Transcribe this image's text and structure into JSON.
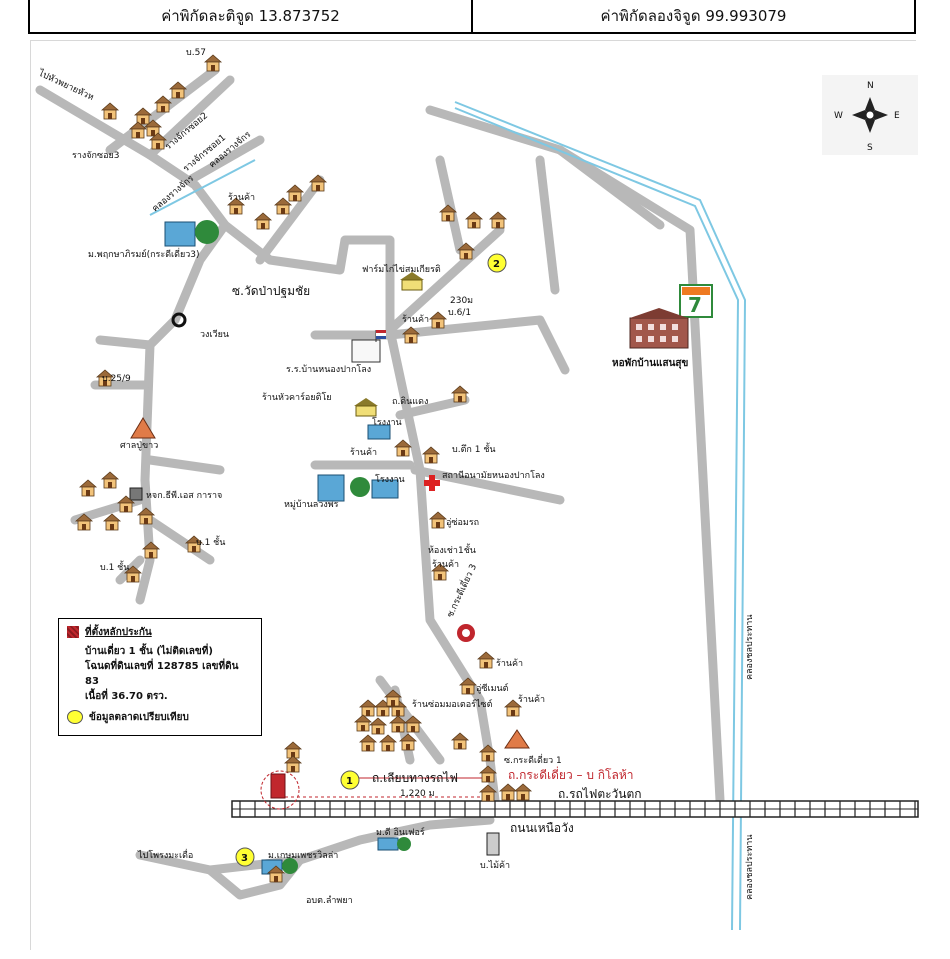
{
  "header": {
    "latitude": "ค่าพิกัดละติจูด 13.873752",
    "longitude": "ค่าพิกัดลองจิจูด 99.993079"
  },
  "compass": {
    "n": "N",
    "s": "S",
    "e": "E",
    "w": "W"
  },
  "labels": {
    "b57": "บ.57",
    "to_phai_phayak": "ไปหัวพยายหัวห",
    "rang_jik_soi3": "รางจักซอย3",
    "rang_jik_soi2": "รางจักรซอย2",
    "rang_jik_soi1": "รางจักรซอย1",
    "khlong_rang_jik": "คลองรางจักร",
    "khlong_rang_jik2": "คลองรางจักร",
    "shop1": "ร้านค้า",
    "moo_phruksa": "ม.พฤกษาภิรมย์(กระดีเดี่ยว3)",
    "soi_wat": "ซ.วัดป่าปฐมชัย",
    "roundabout": "วงเวียน",
    "farm": "ฟาร์มไก่ไข่สมเกียรติ",
    "dist_230": "230ม",
    "b61": "บ.6/1",
    "shop2": "ร้านค้า",
    "school": "ร.ร.บ้านหนองปากโลง",
    "b259": "บ.25/9",
    "shop_cart": "ร้านหัวคาร์อยติโย",
    "soi_dindaeng": "ถ.ดินแดง",
    "factory1": "โรงงาน",
    "shop3": "ร้านค้า",
    "house1floor": "บ.ตึก 1 ชั้น",
    "health_station": "สถานีอนามัยหนองปากโลง",
    "factory2": "โรงงาน",
    "village": "หมู่บ้านลวงพร",
    "shrine": "ศาลปู่ขาว",
    "tv_shop": "หจก.ธีพี.เอส การาจ",
    "b1floor_a": "บ.1 ชั้น",
    "b1floor_b": "บ.1 ชั้น",
    "garage_car": "อู่ซ่อมรถ",
    "rental_room": "ห้องเช่า1ชั้น",
    "shop4": "ร้านค้า",
    "soi_kradi3": "ซ.กระดีเดี่ยว 3",
    "shop5": "ร้านค้า",
    "cement": "อู่ซีเมนต์",
    "shop6": "ร้านค้า",
    "moto_shop": "ร้านซ่อมมอเตอร์ไซต์",
    "soi_kradi1": "ซ.กระดีเดี่ยว 1",
    "road_railway": "ถ.เลียบทางรถไฟ",
    "road_kradi": "ถ.กระดีเดี่ยว – บ กิโลห้า",
    "distance": "1,220 ม",
    "rail_west": "ถ.รถไฟตะวันตก",
    "road_north_wang": "ถนนเหนือวัง",
    "b_mai_kha": "บ.ไม้ค้า",
    "mor_thi": "ม.ดี อินเฟอร์",
    "to_phong": "ไปโพรงมะเดื่อ",
    "moo_kasem": "ม.เกษมเพชรวิลล่า",
    "orbortor": "อบต.ลำพยา",
    "dormitory": "หอพักบ้านแสนสุข",
    "khlong_prathan": "คลองชลประทาน",
    "khlong_prathan2": "คลองชลประทาน",
    "seven_eleven": "7-ELEVEn",
    "marker1": "1",
    "marker2": "2",
    "marker3": "3"
  },
  "legend": {
    "title": "ที่ตั้งหลักประกัน",
    "line1": "บ้านเดี่ยว 1 ชั้น (ไม่ติดเลขที่)",
    "line2": "โฉนดที่ดินเลขที่ 128785 เลขที่ดิน 83",
    "line3": "เนื้อที่ 36.70 ตรว.",
    "market": "ข้อมูลตลาดเปรียบเทียบ"
  },
  "colors": {
    "road": "#bfbfbf",
    "road_edge": "#8a8a8a",
    "canal": "#7ec8e3",
    "subject": "#c1272d",
    "marker": "#ffff33",
    "house": "#e7a44b"
  }
}
